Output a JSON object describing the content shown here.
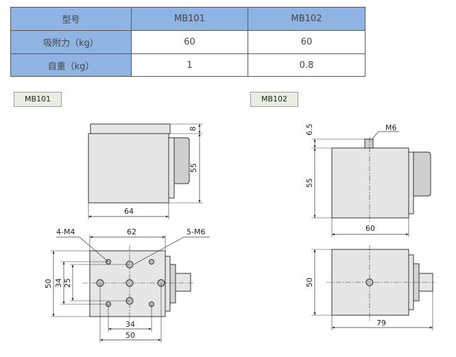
{
  "spec_table": {
    "header": [
      "型号",
      "MB101",
      "MB102"
    ],
    "rows": [
      [
        "吸附力（kg）",
        "60",
        "60"
      ],
      [
        "自重（kg）",
        "1",
        "0.8"
      ]
    ]
  },
  "mb101": {
    "tag": "MB101",
    "side_view": {
      "top_plate": "8",
      "height": "55",
      "width": "64"
    },
    "top_view": {
      "callout_left": "4-M4",
      "callout_right": "5-M6",
      "width": "62",
      "height": "50",
      "inner_34": "34",
      "inner_25": "25",
      "bottom_34": "34",
      "bottom_50": "50"
    }
  },
  "mb102": {
    "tag": "MB102",
    "side_view": {
      "thread": "M6",
      "top": "6.5",
      "height": "55",
      "width": "60"
    },
    "top_view": {
      "height": "50",
      "length": "79"
    }
  },
  "colors": {
    "table_header": "#8fb3e2",
    "tag_bg": "#e7efe3",
    "body_fill": "#e6e6e6"
  }
}
